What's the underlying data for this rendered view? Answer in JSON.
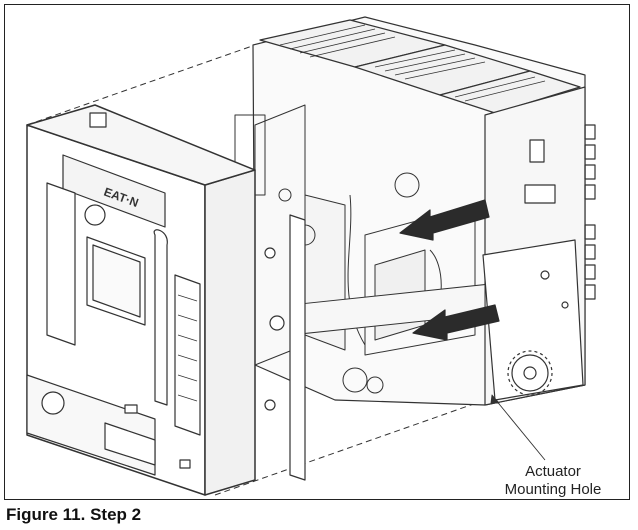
{
  "figure": {
    "caption": "Figure 11. Step 2",
    "callout": {
      "line1": "Actuator",
      "line2": "Mounting Hole"
    },
    "brand_label": "EAT·N",
    "arrow_color": "#2b2b2b",
    "line_color": "#333333"
  }
}
